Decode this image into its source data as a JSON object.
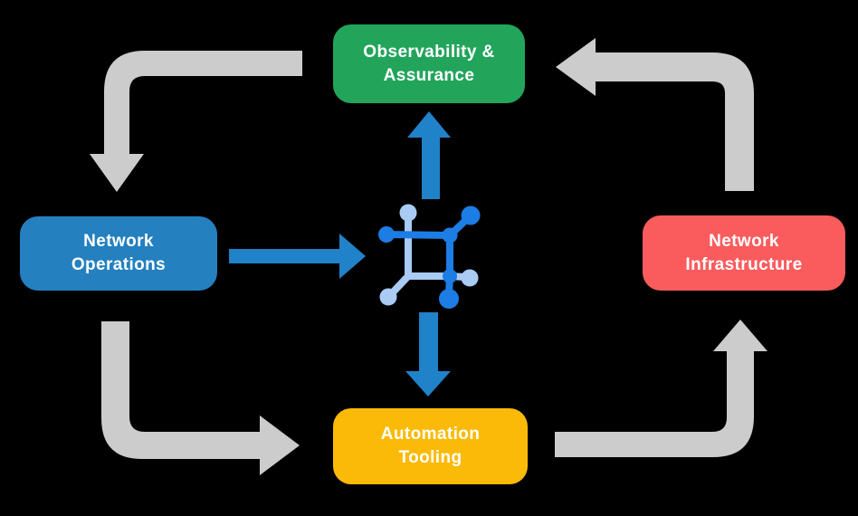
{
  "nodes": {
    "observability": {
      "label": "Observability &\nAssurance",
      "color": "#22A55B"
    },
    "operations": {
      "label": "Network\nOperations",
      "color": "#2480BF"
    },
    "infrastructure": {
      "label": "Network\nInfrastructure",
      "color": "#FA5C5E"
    },
    "automation": {
      "label": "Automation\nTooling",
      "color": "#FBBA07"
    }
  },
  "colors": {
    "background": "#000000",
    "cycle_arrow": "#CCCCCC",
    "flow_arrow": "#2082C8",
    "icon_dark": "#1C7DE4",
    "icon_light": "#A9CBF4",
    "label_text": "#FFFFFF"
  },
  "icons": {
    "center": "network-mesh-icon"
  }
}
